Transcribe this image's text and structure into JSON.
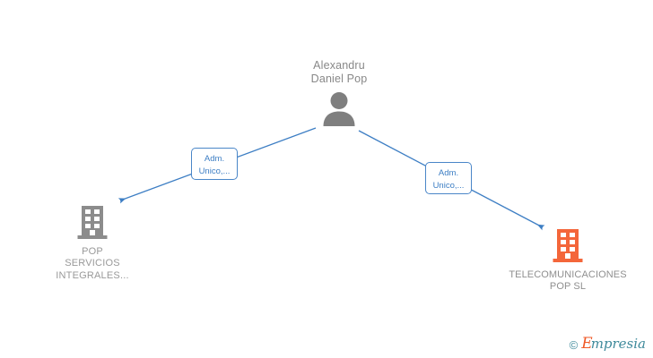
{
  "diagram": {
    "background": "#ffffff",
    "edge_color": "#3d7ec4",
    "person_color": "#7f7f7f",
    "company_gray": "#8c8c8c",
    "company_orange": "#f4663a",
    "label_text_color": "#3d7ec4",
    "name_text_color": "#999999"
  },
  "person": {
    "name": "Alexandru\nDaniel Pop",
    "icon": "person-avatar-icon"
  },
  "companies": [
    {
      "id": "left",
      "name": "POP\nSERVICIOS\nINTEGRALES...",
      "icon": "building-icon",
      "color": "#8c8c8c"
    },
    {
      "id": "right",
      "name": "TELECOMUNICACIONES\nPOP  SL",
      "icon": "building-icon",
      "color": "#f4663a"
    }
  ],
  "edges": [
    {
      "id": "edge-left",
      "from": "person",
      "to": "left",
      "label": "Adm.\nUnico,..."
    },
    {
      "id": "edge-right",
      "from": "person",
      "to": "right",
      "label": "Adm.\nUnico,..."
    }
  ],
  "watermark": {
    "copyright": "©",
    "brand_initial": "E",
    "brand_rest": "mpresia"
  }
}
